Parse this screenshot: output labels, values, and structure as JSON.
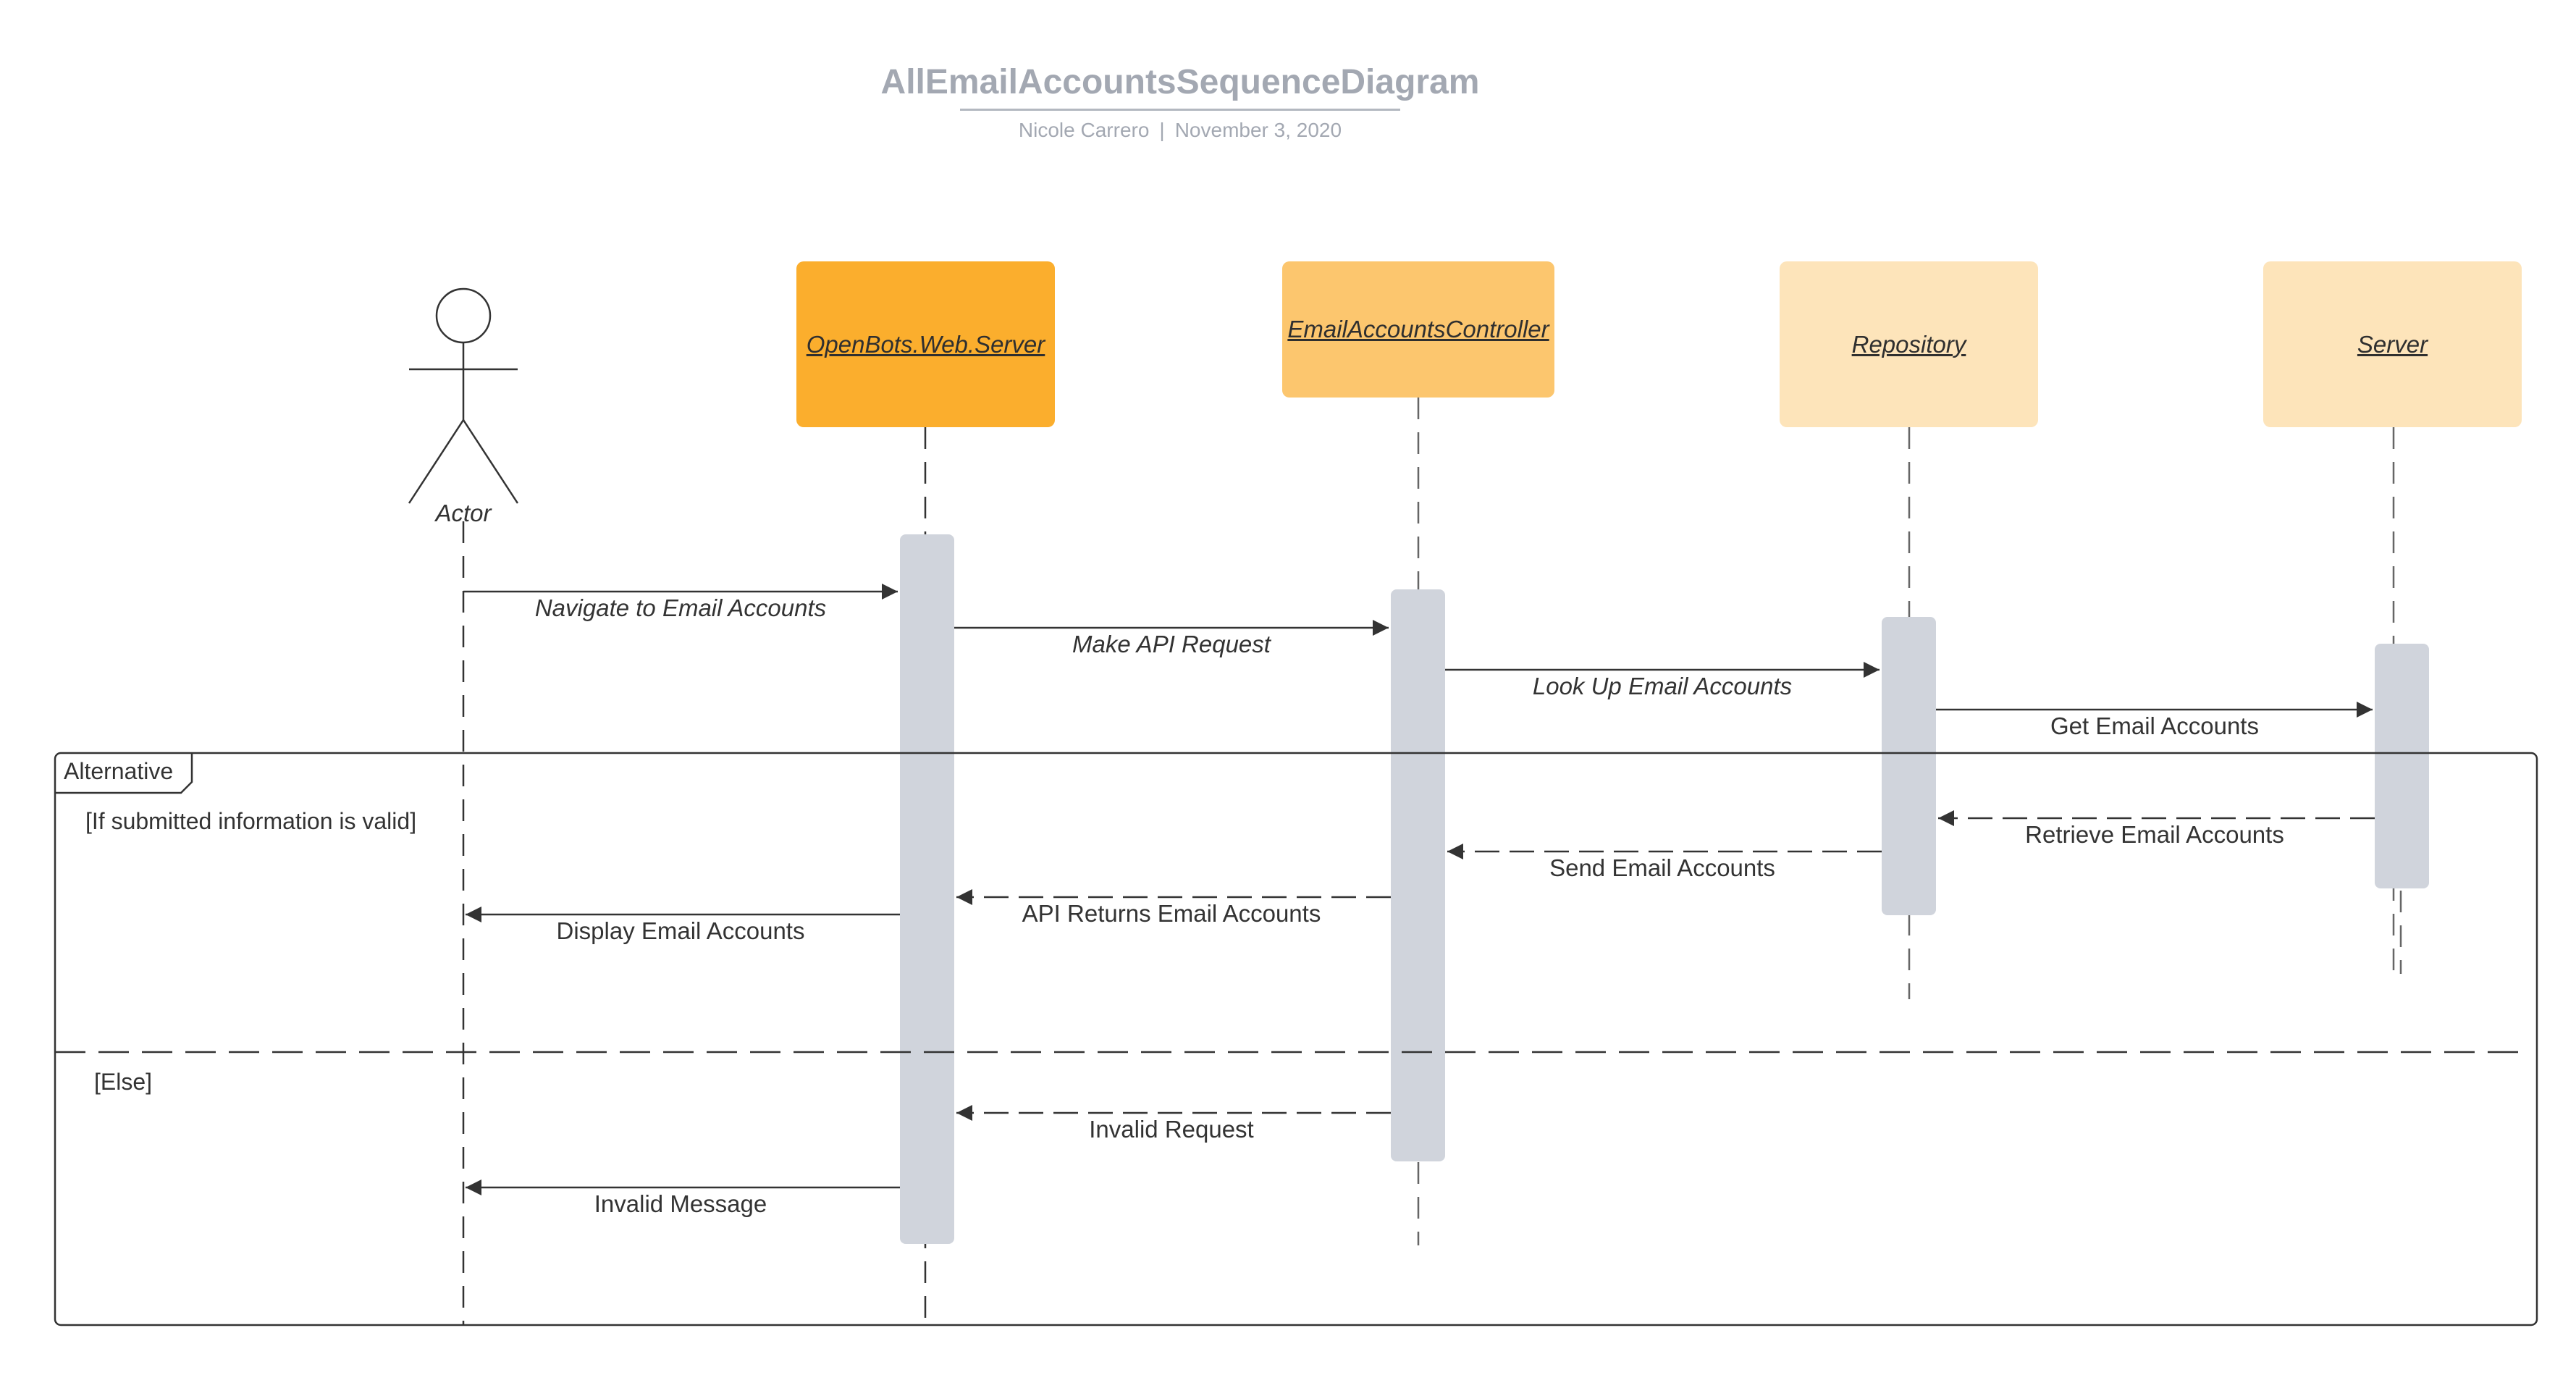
{
  "header": {
    "title": "AllEmailAccountsSequenceDiagram",
    "author": "Nicole Carrero",
    "separator": "|",
    "date": "November 3, 2020"
  },
  "participants": {
    "actor": "Actor",
    "openbots": "OpenBots.Web.Server",
    "controller": "EmailAccountsController",
    "repository": "Repository",
    "server": "Server"
  },
  "colors": {
    "openbots_box": "#fbae2d",
    "controller_box": "#fcc66e",
    "repository_box": "#fde4ba",
    "server_box": "#fde4ba",
    "activation_bar": "#d0d4dc",
    "line": "#333333"
  },
  "messages": {
    "navigate": "Navigate to Email Accounts",
    "make_api": "Make API Request",
    "lookup": "Look Up Email Accounts",
    "get": "Get Email Accounts",
    "retrieve": "Retrieve Email Accounts",
    "send": "Send Email Accounts",
    "api_returns": "API Returns Email Accounts",
    "display": "Display Email Accounts",
    "invalid_request": "Invalid Request",
    "invalid_message": "Invalid Message"
  },
  "frame": {
    "label": "Alternative",
    "guard_valid": "[If submitted information is valid]",
    "guard_else": "[Else]"
  }
}
